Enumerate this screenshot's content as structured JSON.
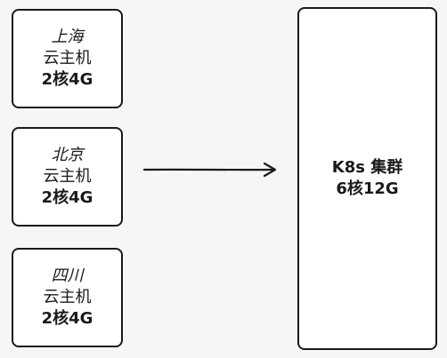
{
  "hosts": [
    {
      "name": "上海",
      "type": "云主机",
      "spec": "2核4G"
    },
    {
      "name": "北京",
      "type": "云主机",
      "spec": "2核4G"
    },
    {
      "name": "四川",
      "type": "云主机",
      "spec": "2核4G"
    }
  ],
  "cluster": {
    "name": "K8s 集群",
    "spec": "6核12G"
  }
}
